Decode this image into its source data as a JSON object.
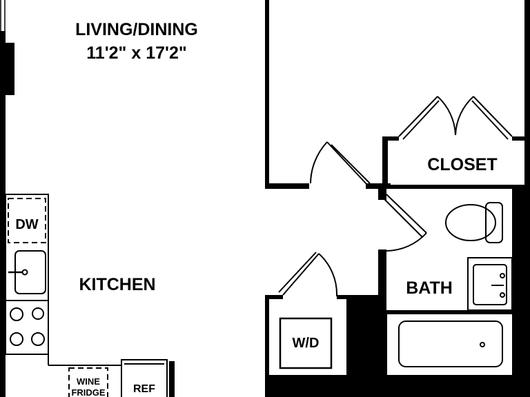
{
  "rooms": {
    "living_dining": {
      "name": "LIVING/DINING",
      "dimensions": "11'2\" x 17'2\""
    },
    "kitchen": {
      "name": "KITCHEN"
    },
    "closet": {
      "name": "CLOSET"
    },
    "bath": {
      "name": "BATH"
    }
  },
  "fixtures": {
    "dishwasher": "DW",
    "washer_dryer": "W/D",
    "wine_fridge": [
      "WINE",
      "FRIDGE"
    ],
    "refrigerator": "REF"
  },
  "colors": {
    "wall": "#000000",
    "floor": "#ffffff"
  }
}
